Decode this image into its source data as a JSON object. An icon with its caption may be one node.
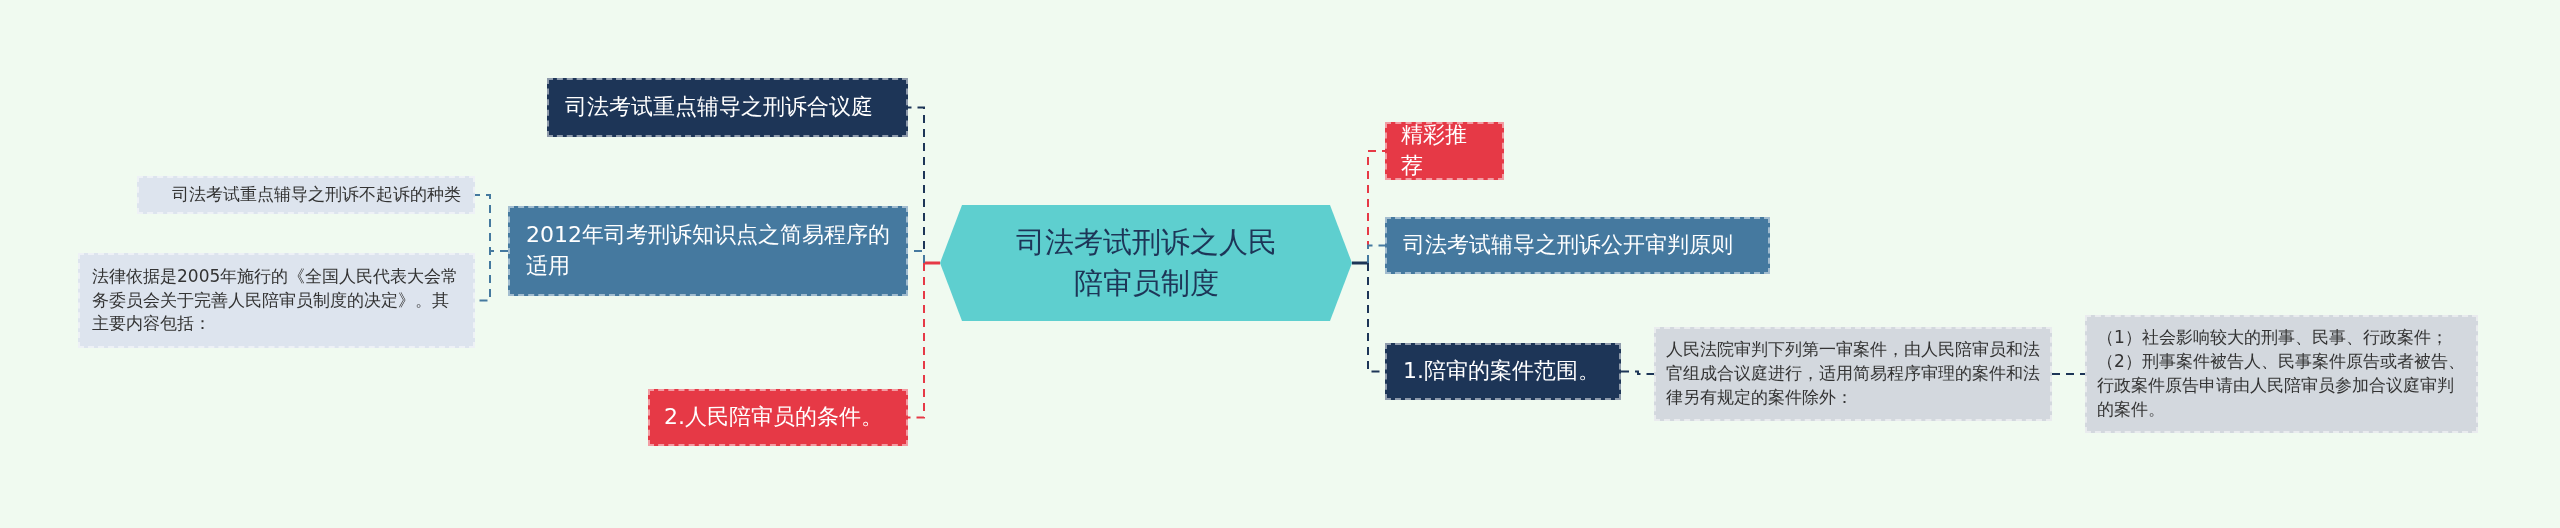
{
  "diagram": {
    "nodes": [
      {
        "text": [
          "司法考试刑诉之人民陪审员制度"
        ]
      },
      {
        "text": [
          "司法考试重点辅导之刑诉合议庭"
        ]
      },
      {
        "text": [
          "2012年司考刑诉知识点之简易程序的适用"
        ]
      },
      {
        "text": [
          "司法考试重点辅导之刑诉不起诉的种类"
        ]
      },
      {
        "text": [
          "法律依据是2005年施行的《全国人民代表大会常务委员会关于完善人民陪审员制度的决定》。其主要内容包括："
        ]
      },
      {
        "text": [
          "2.人民陪审员的条件。"
        ]
      },
      {
        "text": [
          "精彩推荐"
        ]
      },
      {
        "text": [
          "司法考试辅导之刑诉公开审判原则"
        ]
      },
      {
        "text": [
          "1.陪审的案件范围。"
        ]
      },
      {
        "text": [
          "人民法院审判下列第一审案件，由人民陪审员和法官组成合议庭进行，适用简易程序审理的案件和法律另有规定的案件除外："
        ]
      },
      {
        "text": [
          "（1）社会影响较大的刑事、民事、行政案件；（2）刑事案件被告人、民事案件原告或者被告、行政案件原告申请由人民陪审员参加合议庭审判的案件。"
        ]
      }
    ],
    "edges": [
      {
        "from": 0,
        "to": 1,
        "arrow": "none",
        "style": "dashed",
        "color": "#1d3557"
      },
      {
        "from": 0,
        "to": 2,
        "arrow": "none",
        "style": "dashed"
      },
      {
        "from": 2,
        "to": 3,
        "arrow": "none",
        "style": "dashed"
      },
      {
        "from": 2,
        "to": 4,
        "arrow": "none",
        "style": "dashed"
      },
      {
        "from": 0,
        "to": 5,
        "arrow": "none",
        "style": "dashed",
        "color": "#e63946"
      },
      {
        "from": 0,
        "to": 6,
        "arrow": "none",
        "style": "dashed",
        "color": "#e63946"
      },
      {
        "from": 0,
        "to": 7,
        "arrow": "none",
        "style": "dashed"
      },
      {
        "from": 0,
        "to": 8,
        "arrow": "none",
        "style": "dashed",
        "color": "#1d3557"
      },
      {
        "from": 8,
        "to": 9,
        "arrow": "none",
        "style": "dashed",
        "color": "#1d3557"
      },
      {
        "from": 9,
        "to": 10,
        "arrow": "none",
        "style": "dashed",
        "color": "#1d3557"
      }
    ]
  }
}
